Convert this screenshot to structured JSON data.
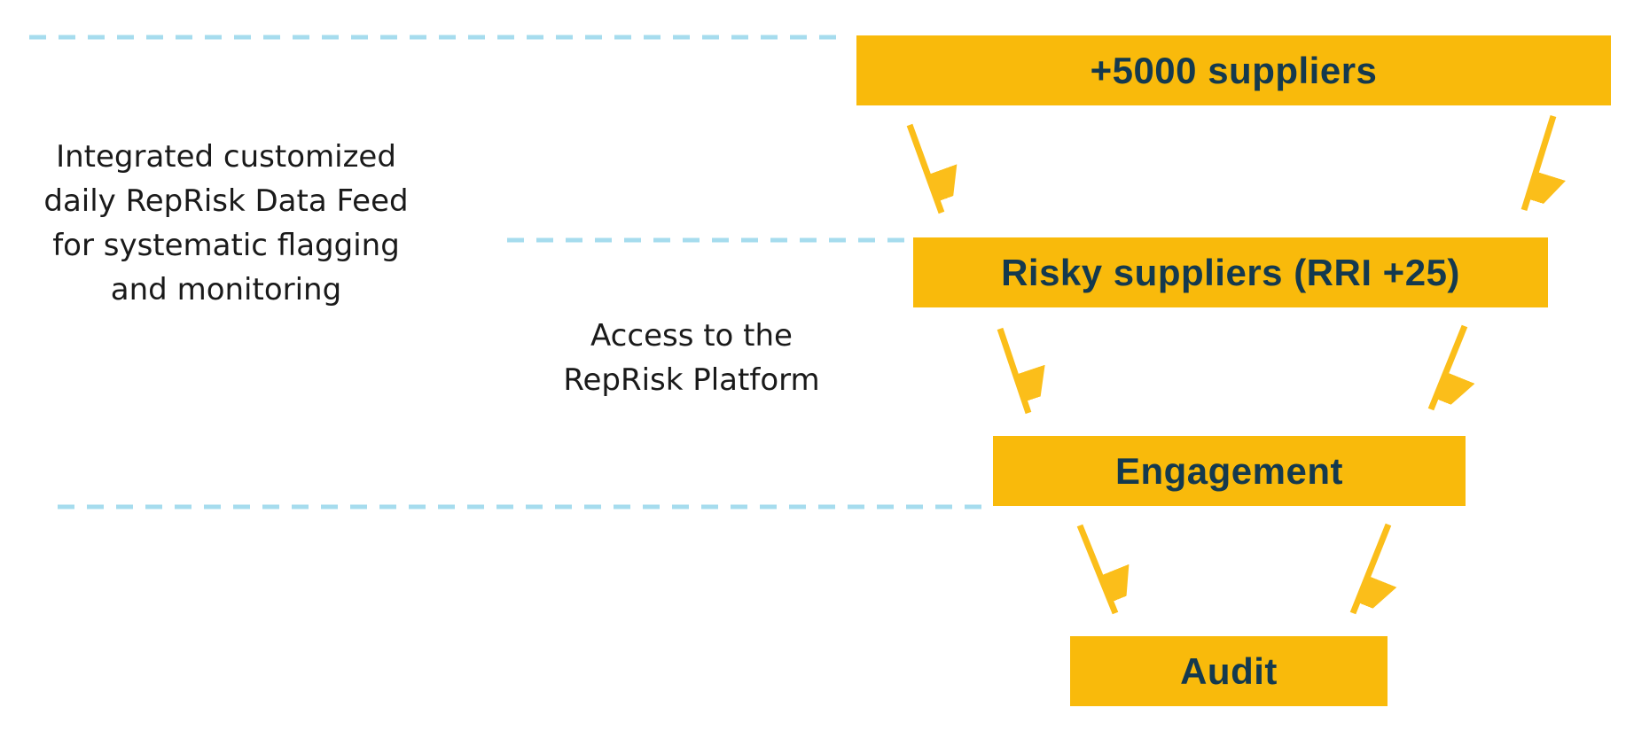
{
  "colors": {
    "background": "#FFFFFF",
    "bar_yellow": "#F9BA0B",
    "arrow_yellow": "#FBBE1A",
    "stage_text": "#14394E",
    "dash_blue": "#A6DCEE",
    "note_text": "#1A1A1A"
  },
  "funnel": {
    "type": "funnel-flow",
    "stages": [
      {
        "label": "+5000 suppliers"
      },
      {
        "label": "Risky suppliers (RRI +25)"
      },
      {
        "label": "Engagement"
      },
      {
        "label": "Audit"
      }
    ]
  },
  "annotations": {
    "left": {
      "text": "Integrated customized daily RepRisk Data Feed for systematic flagging and monitoring",
      "lines": [
        "Integrated customized",
        "daily RepRisk Data Feed",
        "for systematic flagging",
        "and monitoring"
      ]
    },
    "middle": {
      "text": "Access to the RepRisk Platform",
      "lines": [
        "Access to the",
        "RepRisk Platform"
      ]
    }
  }
}
